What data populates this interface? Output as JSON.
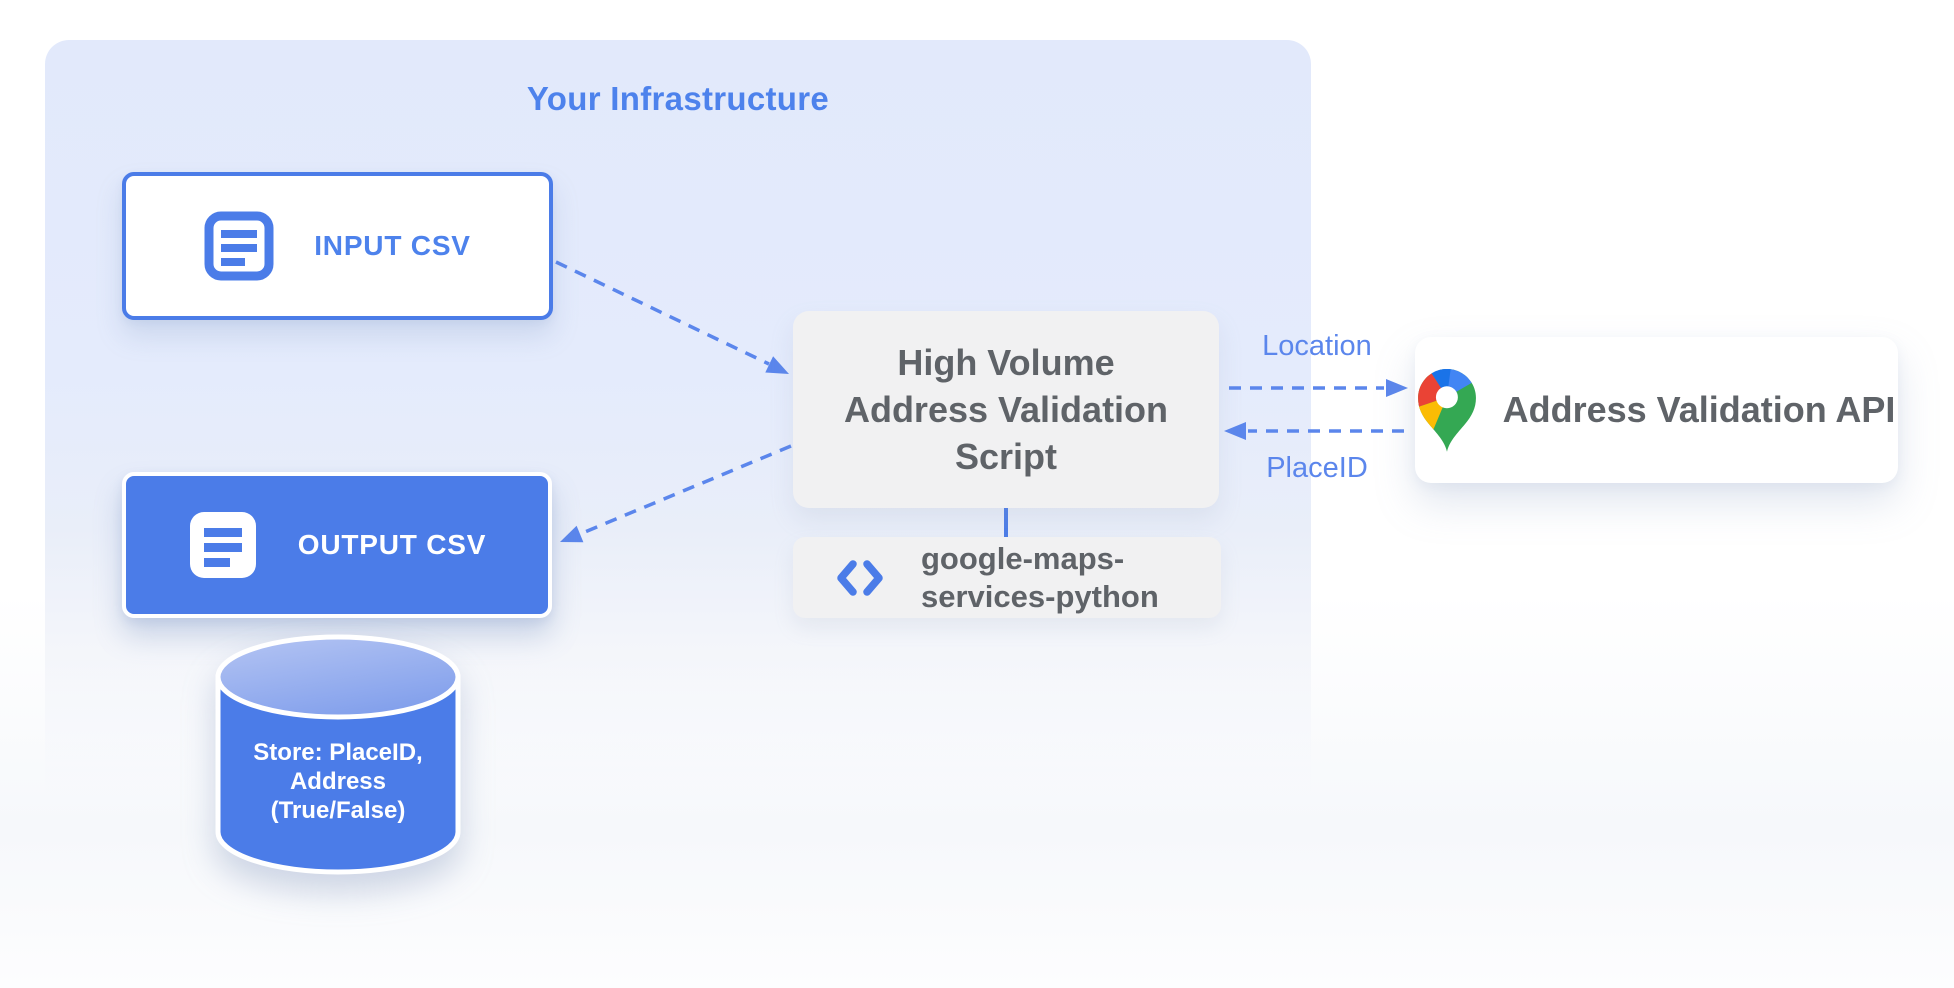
{
  "colors": {
    "blue_primary": "#4b7ce8",
    "blue_label": "#4d82ec",
    "blue_arrow": "#5b86ec",
    "box_gray": "#f1f1f2",
    "text_gray": "#5f6368",
    "container_blue": "#e2e9fb",
    "cyl_top_light": "#b5c5f3",
    "cyl_top_dark": "#84a1ec",
    "pin_red": "#ea4335",
    "pin_blue": "#4285f4",
    "pin_dark_blue": "#1a73e8",
    "pin_yellow": "#fbbc04",
    "pin_green": "#34a853"
  },
  "infrastructure": {
    "title": "Your Infrastructure"
  },
  "nodes": {
    "input_csv": {
      "label": "INPUT CSV",
      "icon": "csv-document-icon"
    },
    "output_csv": {
      "label": "OUTPUT CSV",
      "icon": "csv-document-icon"
    },
    "script": {
      "lines": [
        "High Volume",
        "Address Validation",
        "Script"
      ]
    },
    "library": {
      "icon": "code-icon",
      "lines": [
        "google-maps-",
        "services-python"
      ]
    },
    "api": {
      "label": "Address Validation API",
      "icon": "google-maps-pin-icon"
    },
    "database": {
      "lines": [
        "Store: PlaceID,",
        "Address",
        "(True/False)"
      ]
    }
  },
  "edges": {
    "location_label": "Location",
    "placeid_label": "PlaceID"
  }
}
